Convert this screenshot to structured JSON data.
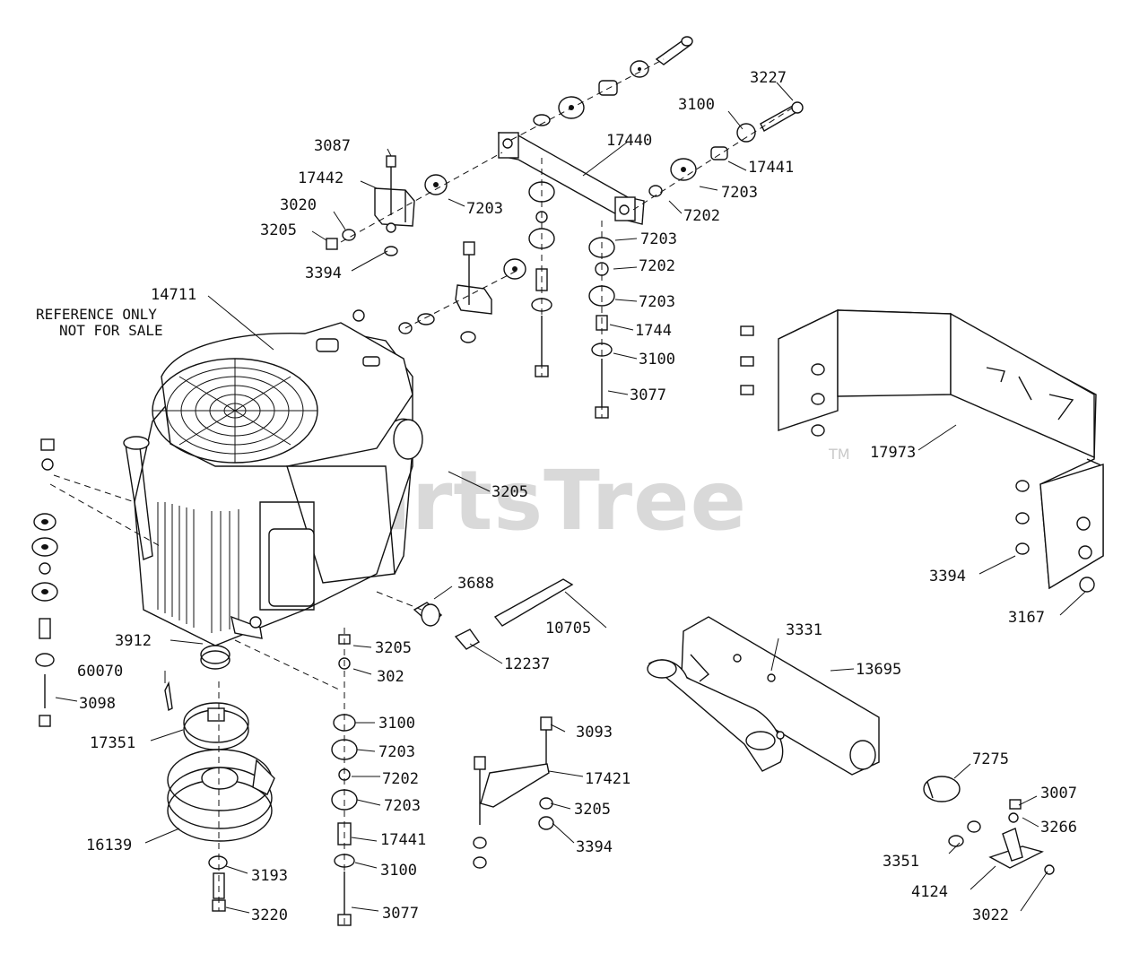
{
  "watermark": {
    "text": "PartsTree",
    "trademark": "TM"
  },
  "note": {
    "line1": "REFERENCE ONLY",
    "line2": "NOT FOR SALE"
  },
  "labels": {
    "p3227": "3227",
    "p3100_top": "3100",
    "p17440": "17440",
    "p3087": "3087",
    "p17442": "17442",
    "p3020": "3020",
    "p3205_a": "3205",
    "p3394_a": "3394",
    "p7203_a": "7203",
    "p17441_a": "17441",
    "p7203_b": "7203",
    "p7202_a": "7202",
    "p7203_c": "7203",
    "p7202_b": "7202",
    "p7203_d": "7203",
    "p1744": "1744",
    "p3100_b": "3100",
    "p3077_a": "3077",
    "p14711": "14711",
    "p17973": "17973",
    "p3205_b": "3205",
    "p3394_b": "3394",
    "p3167": "3167",
    "p3688": "3688",
    "p10705": "10705",
    "p12237": "12237",
    "p3912": "3912",
    "p3205_c": "3205",
    "p302": "302",
    "p60070": "60070",
    "p3098": "3098",
    "p3331": "3331",
    "p13695": "13695",
    "p3100_c": "3100",
    "p17351": "17351",
    "p7203_e": "7203",
    "p7202_c": "7202",
    "p7203_f": "7203",
    "p3093": "3093",
    "p17421": "17421",
    "p3205_d": "3205",
    "p3394_c": "3394",
    "p16139": "16139",
    "p17441_b": "17441",
    "p3100_d": "3100",
    "p3193": "3193",
    "p3220": "3220",
    "p3077_b": "3077",
    "p7275": "7275",
    "p3007": "3007",
    "p3266": "3266",
    "p3351": "3351",
    "p4124": "4124",
    "p3022": "3022"
  }
}
